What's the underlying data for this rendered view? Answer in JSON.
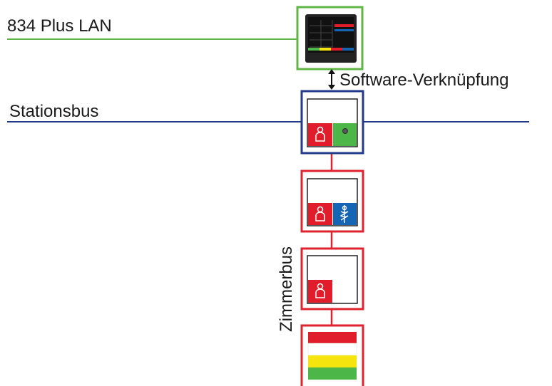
{
  "labels": {
    "lan": "834 Plus LAN",
    "software_link": "Software-Verknüpfung",
    "station_bus": "Stationsbus",
    "room_bus": "Zimmerbus"
  },
  "colors": {
    "lan_line": "#5fb545",
    "station_bus_line": "#23398a",
    "room_bus_line": "#e0222f",
    "call_button_red": "#e11d2b",
    "presence_green": "#4cb748",
    "medical_blue": "#1565b5",
    "dome_yellow": "#f5e40e"
  },
  "icons": {
    "display": "touch-display-icon",
    "arrow": "double-arrow-icon",
    "person": "person-icon",
    "caduceus": "caduceus-icon",
    "led": "led-dot-icon",
    "dome_light": "dome-light-icon"
  }
}
